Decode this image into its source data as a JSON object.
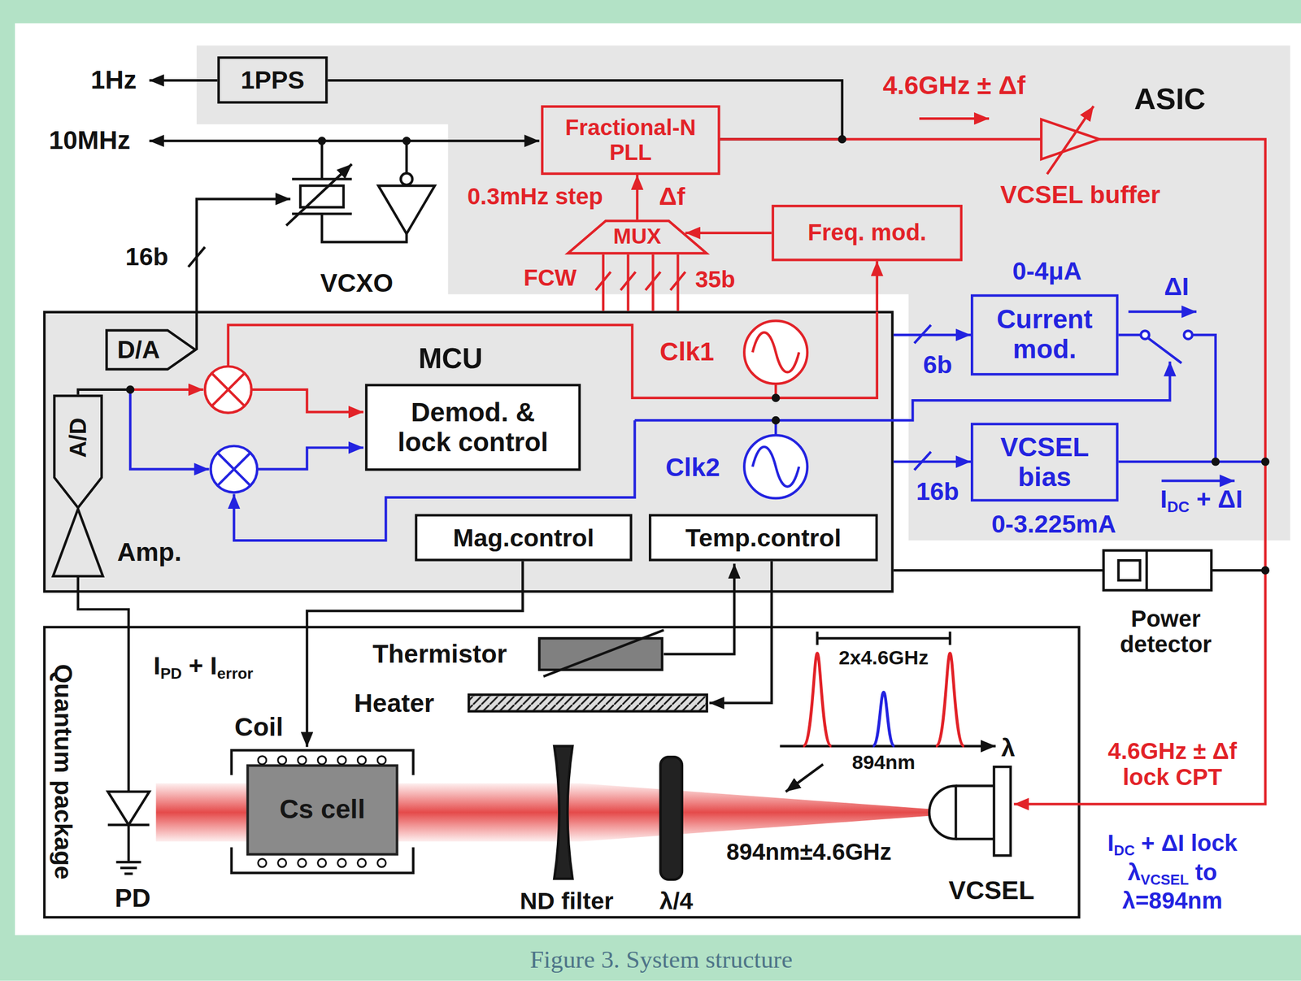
{
  "diagram": {
    "caption": "Figure 3. System structure",
    "nodes": [
      {
        "text": [
          "ASIC"
        ]
      },
      {
        "text": [
          "1PPS"
        ],
        "in": 0
      },
      {
        "text": [
          "Fractional-N PLL"
        ],
        "in": 0
      },
      {
        "text": [
          "MUX"
        ],
        "in": 0
      },
      {
        "text": [
          "Freq. mod."
        ],
        "in": 0
      },
      {
        "text": [
          "Current mod."
        ],
        "in": 0
      },
      {
        "text": [
          "VCSEL bias"
        ],
        "in": 0
      },
      {
        "text": [
          "MCU"
        ]
      },
      {
        "text": [
          "D/A"
        ],
        "in": 7
      },
      {
        "text": [
          "A/D"
        ],
        "in": 7
      },
      {
        "text": [
          "Demod. & lock control"
        ],
        "in": 7
      },
      {
        "text": [
          "Mag.control"
        ],
        "in": 7
      },
      {
        "text": [
          "Temp.control"
        ],
        "in": 7
      },
      {
        "text": [
          "Quantum package"
        ]
      },
      {
        "text": [
          "Cs cell"
        ],
        "in": 13
      }
    ],
    "edges": [
      {
        "from": 2,
        "to": 1,
        "arrow": "none"
      },
      {
        "from": 3,
        "to": 2,
        "arrow": "to"
      },
      {
        "from": 4,
        "to": 3,
        "arrow": "to"
      },
      {
        "from": 7,
        "to": 3,
        "arrow": "none"
      },
      {
        "from": 7,
        "to": 3,
        "arrow": "none"
      },
      {
        "from": 7,
        "to": 3,
        "arrow": "none"
      },
      {
        "from": 7,
        "to": 3,
        "arrow": "none"
      },
      {
        "from": 7,
        "to": 4,
        "arrow": "to"
      },
      {
        "from": 7,
        "to": 5,
        "arrow": "to"
      },
      {
        "from": 7,
        "to": 6,
        "arrow": "to"
      }
    ],
    "labels": [
      "1Hz",
      "10MHz",
      "4.6GHz ± Δf",
      "VCSEL buffer",
      "0.3mHz step",
      "Δf",
      "FCW",
      "35b",
      "16b",
      "VCXO",
      "0-4μA",
      "ΔI",
      "6b",
      "16b",
      "0-3.225mA",
      "IDC + ΔI",
      "Clk1",
      "Clk2",
      "Amp.",
      "Power detector",
      "IPD + Ierror",
      "Thermistor",
      "Heater",
      "Coil",
      "2x4.6GHz",
      "894nm",
      "λ",
      "PD",
      "ND filter",
      "λ/4",
      "894nm±4.6GHz",
      "VCSEL",
      "4.6GHz ± Δf lock CPT",
      "IDC + ΔI lock λVCSEL to λ=894nm"
    ]
  }
}
